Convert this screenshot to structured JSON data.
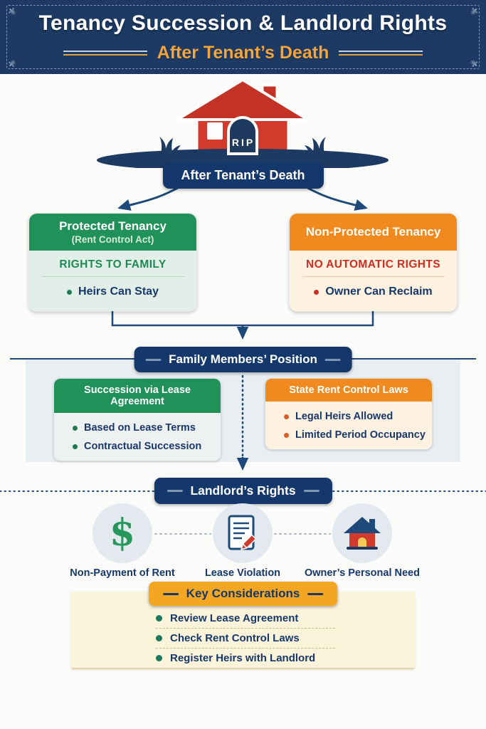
{
  "banner": {
    "title": "Tenancy Succession & Landlord Rights",
    "subtitle": "After Tenant’s Death"
  },
  "flow": {
    "rip": "RIP",
    "root": "After Tenant’s Death",
    "protected": {
      "title": "Protected Tenancy",
      "subtitle": "(Rent Control Act)",
      "heading": "RIGHTS TO FAMILY",
      "items": [
        "Heirs Can Stay"
      ]
    },
    "nonprotected": {
      "title": "Non-Protected Tenancy",
      "heading": "NO AUTOMATIC RIGHTS",
      "items": [
        "Owner Can Reclaim"
      ]
    }
  },
  "family": {
    "title": "Family Members’ Position",
    "lease": {
      "title": "Succession via Lease Agreement",
      "items": [
        "Based on Lease Terms",
        "Contractual Succession"
      ]
    },
    "rentlaws": {
      "title": "State Rent Control Laws",
      "items": [
        "Legal Heirs Allowed",
        "Limited Period Occupancy"
      ]
    }
  },
  "landlord": {
    "title": "Landlord’s Rights",
    "items": [
      {
        "icon": "dollar-icon",
        "glyph": "$",
        "label": "Non-Payment of Rent"
      },
      {
        "icon": "lease-document-icon",
        "label": "Lease Violation"
      },
      {
        "icon": "house-icon",
        "label": "Owner’s Personal Need"
      }
    ]
  },
  "key": {
    "title": "Key Considerations",
    "items": [
      "Review Lease Agreement",
      "Check Rent Control Laws",
      "Register Heirs with Landlord"
    ]
  },
  "colors": {
    "navy": "#1c3a63",
    "navy_text": "#16386b",
    "green": "#21915a",
    "mint_body": "#e2efe8",
    "orange": "#f08a1e",
    "cream_body": "#fdf1e0",
    "red": "#cf2f22",
    "gold_subtitle": "#f2a43e",
    "section_bg": "#e8eef2",
    "key_box_bg": "#fbf3da",
    "key_header_bg": "#f3a622",
    "teal_bullet": "#1b7a5e",
    "house_red": "#d23b2c"
  }
}
